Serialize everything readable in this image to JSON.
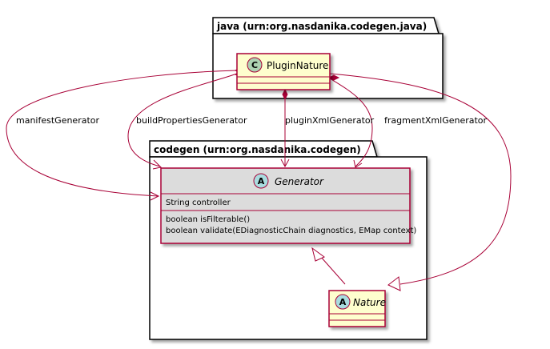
{
  "packages": {
    "java": {
      "title": "java (urn:org.nasdanika.codegen.java)"
    },
    "codegen": {
      "title": "codegen (urn:org.nasdanika.codegen)"
    }
  },
  "classes": {
    "plugin_nature": {
      "stereotype": "C",
      "name": "PluginNature",
      "fill": "#FEFECE",
      "badge_color": "#ADD1B2"
    },
    "generator": {
      "stereotype": "A",
      "name": "Generator",
      "fill": "#DCDCDC",
      "badge_color": "#A9DCDF",
      "attributes": [
        "String controller"
      ],
      "methods": [
        "boolean isFilterable()",
        "boolean validate(EDiagnosticChain diagnostics, EMap context)"
      ]
    },
    "nature": {
      "stereotype": "A",
      "name": "Nature",
      "fill": "#FEFECE",
      "badge_color": "#A9DCDF"
    }
  },
  "relations": {
    "manifest": "manifestGenerator",
    "build_properties": "buildPropertiesGenerator",
    "plugin_xml": "pluginXmlGenerator",
    "fragment_xml": "fragmentXmlGenerator"
  },
  "colors": {
    "edge": "#A80036",
    "class_border": "#A80036",
    "package_border": "#000000"
  }
}
